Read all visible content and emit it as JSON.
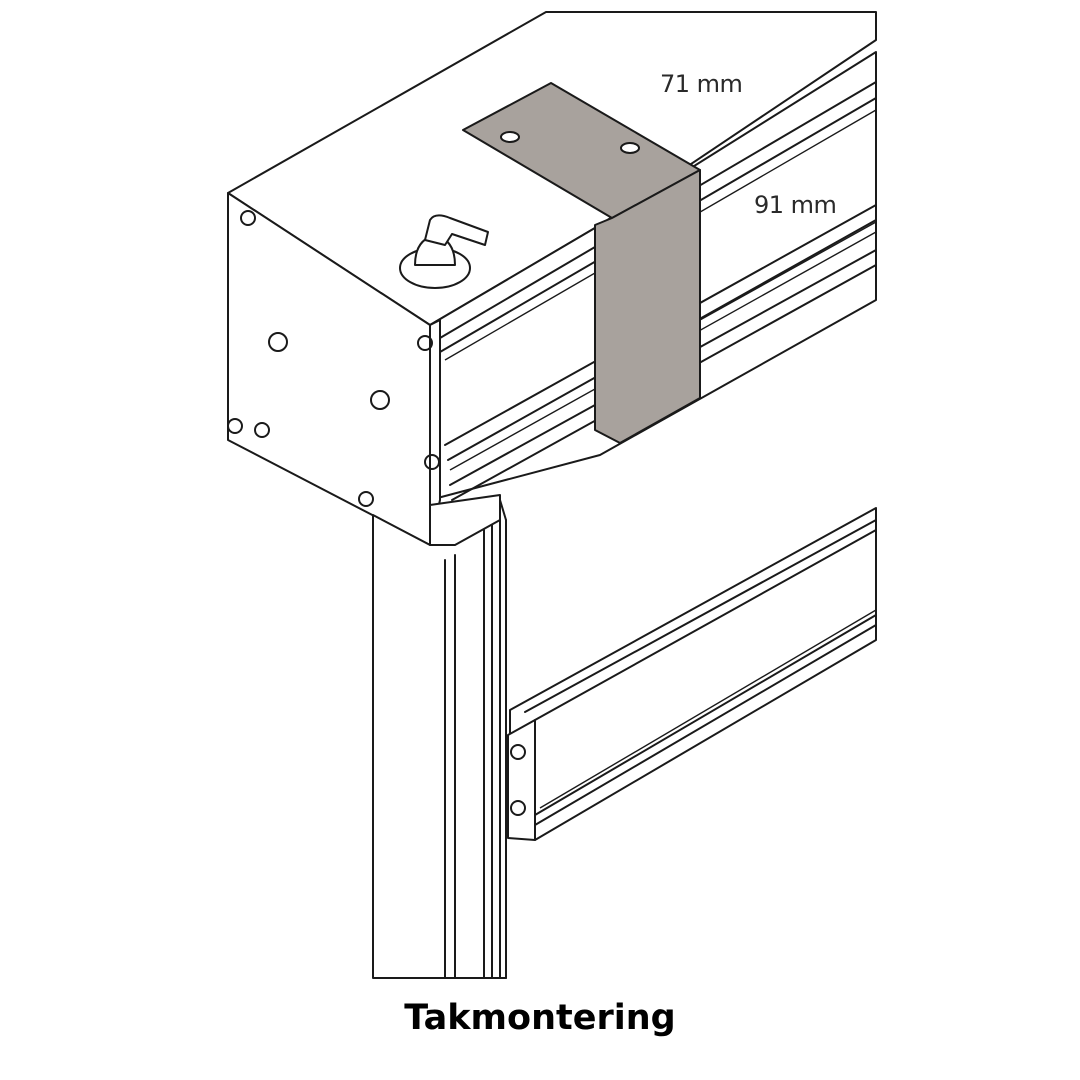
{
  "dimensions": {
    "top": "71 mm",
    "bottom": "91 mm"
  },
  "caption": "Takmontering",
  "colors": {
    "bracket": "#a8a29d",
    "line": "#1a1a1a",
    "background": "#ffffff"
  }
}
